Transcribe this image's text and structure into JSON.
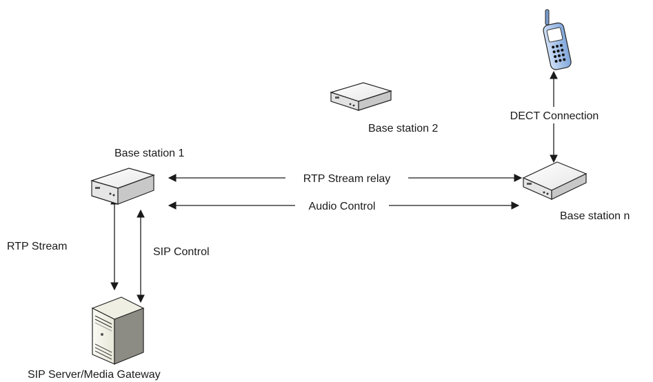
{
  "nodes": {
    "base_station_1": "Base station 1",
    "base_station_2": "Base station 2",
    "base_station_n": "Base station n",
    "sip_server": "SIP Server/Media Gateway"
  },
  "edges": {
    "rtp_stream": "RTP Stream",
    "sip_control": "SIP Control",
    "rtp_stream_relay": "RTP Stream relay",
    "audio_control": "Audio Control",
    "dect_connection": "DECT Connection"
  },
  "icons": {
    "base_station": "base-station-icon",
    "server": "server-tower-icon",
    "handset": "dect-handset-icon"
  },
  "colors": {
    "line": "#1a1a1a",
    "device_face": "#f4f4f4",
    "handset_body": "#aac8ee"
  }
}
